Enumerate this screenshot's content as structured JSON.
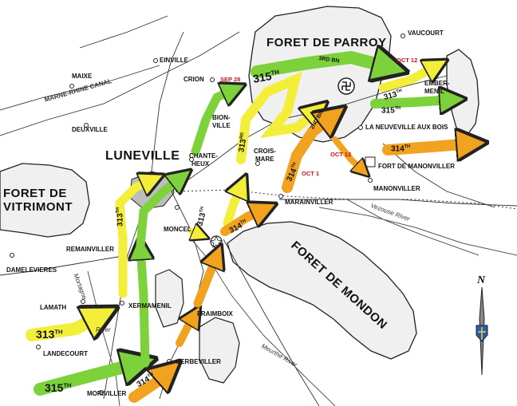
{
  "forests": {
    "parroy": "FORET DE PARROY",
    "vitrimont_line1": "FORET DE",
    "vitrimont_line2": "VITRIMONT",
    "mondon": "FORET DE MONDON"
  },
  "city": "LUNEVILLE",
  "towns": {
    "einville": "EINVILLE",
    "maixe": "MAIXE",
    "crion": "CRION",
    "vaucourt": "VAUCOURT",
    "embermenil_line1": "EMBER-",
    "embermenil_line2": "MENIL",
    "deuxville": "DEUXVILLE",
    "bionville_line1": "BION-",
    "bionville_line2": "VILLE",
    "neuveville": "LA NEUVEVILLE AUX BOIS",
    "chanteheux_line1": "CHANTE-",
    "chanteheux_line2": "HEUX",
    "croismare_line1": "CROIS-",
    "croismare_line2": "MARE",
    "fort_manonviller": "FORT DE MANONVILLER",
    "manonviller": "MANONVILLER",
    "marainviller": "MARAINVILLER",
    "moncel": "MONCEL",
    "remainviller": "REMAINVILLER",
    "damelevieres": "DAMELEVIERES",
    "lamath": "LAMATH",
    "xermamenil": "XERMAMENIL",
    "fraimboix": "FRAIMBOIX",
    "landecourt": "LANDECOURT",
    "gerbeviller": "GERBEVILLER",
    "moriviller": "MORIVILLER"
  },
  "waterways": {
    "canal": "MARNE-RHINE CANAL",
    "vezouse": "Vezouse River",
    "mortagne_line1": "Mortagne",
    "mortagne_line2": "River",
    "meurthe": "Meurthe River"
  },
  "dates": {
    "sep28": "SEP 28",
    "oct12_top": "OCT 12",
    "oct12_mid": "OCT 12",
    "oct1": "OCT 1"
  },
  "units": {
    "u315": "315",
    "u313": "313",
    "u314": "314",
    "u313rd": "313",
    "u3rd_bn": "3RD BN",
    "u2nd_bn": "2ND BN",
    "suffix_th": "TH",
    "suffix_rd": "RD"
  },
  "compass": {
    "north": "N"
  },
  "colors": {
    "unit_315": "#7dd23b",
    "unit_313": "#f2ee3a",
    "unit_314": "#f1a21f",
    "forest_fill": "#f0f0f0",
    "outline": "#222222"
  }
}
